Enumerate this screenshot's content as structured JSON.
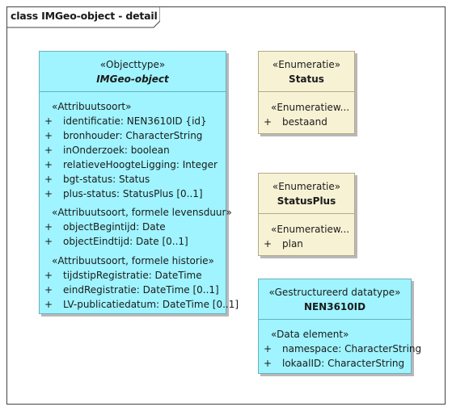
{
  "frame": {
    "title": "class IMGeo-object - detail"
  },
  "classes": {
    "imgeo": {
      "stereotype": "«Objecttype»",
      "name": "IMGeo-object",
      "sections": [
        {
          "title": "«Attribuutsoort»",
          "attributes": [
            {
              "vis": "+",
              "text": "identificatie: NEN3610ID {id}"
            },
            {
              "vis": "+",
              "text": "bronhouder: CharacterString"
            },
            {
              "vis": "+",
              "text": "inOnderzoek: boolean"
            },
            {
              "vis": "+",
              "text": "relatieveHoogteLigging: Integer"
            },
            {
              "vis": "+",
              "text": "bgt-status: Status"
            },
            {
              "vis": "+",
              "text": "plus-status: StatusPlus [0..1]"
            }
          ]
        },
        {
          "title": "«Attribuutsoort, formele levensduur»",
          "attributes": [
            {
              "vis": "+",
              "text": "objectBegintijd: Date"
            },
            {
              "vis": "+",
              "text": "objectEindtijd: Date [0..1]"
            }
          ]
        },
        {
          "title": "«Attribuutsoort, formele historie»",
          "attributes": [
            {
              "vis": "+",
              "text": "tijdstipRegistratie: DateTime"
            },
            {
              "vis": "+",
              "text": "eindRegistratie: DateTime [0..1]"
            },
            {
              "vis": "+",
              "text": "LV-publicatiedatum: DateTime [0..1]"
            }
          ]
        }
      ]
    },
    "status": {
      "stereotype": "«Enumeratie»",
      "name": "Status",
      "sections": [
        {
          "title": "«Enumeratiew...",
          "attributes": [
            {
              "vis": "+",
              "text": "bestaand"
            }
          ]
        }
      ]
    },
    "statusplus": {
      "stereotype": "«Enumeratie»",
      "name": "StatusPlus",
      "sections": [
        {
          "title": "«Enumeratiew...",
          "attributes": [
            {
              "vis": "+",
              "text": "plan"
            }
          ]
        }
      ]
    },
    "nen3610id": {
      "stereotype": "«Gestructureerd datatype»",
      "name": "NEN3610ID",
      "sections": [
        {
          "title": "«Data element»",
          "attributes": [
            {
              "vis": "+",
              "text": "namespace: CharacterString"
            },
            {
              "vis": "+",
              "text": "lokaalID: CharacterString"
            }
          ]
        }
      ]
    }
  }
}
